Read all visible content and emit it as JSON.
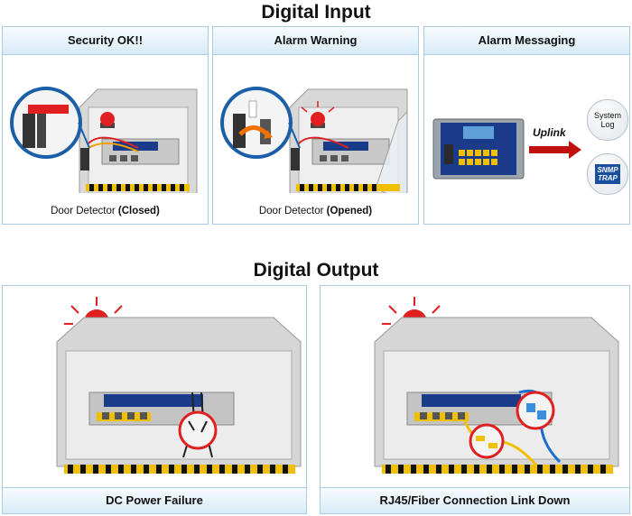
{
  "digital_input": {
    "heading": "Digital Input",
    "panels": [
      {
        "title": "Security OK!!",
        "caption_prefix": "Door Detector ",
        "caption_bold": "(Closed)"
      },
      {
        "title": "Alarm Warning",
        "caption_prefix": "Door Detector ",
        "caption_bold": "(Opened)"
      },
      {
        "title": "Alarm Messaging",
        "uplink_label": "Uplink",
        "system_log_label": "System Log",
        "snmp_label": "SNMP TRAP"
      }
    ]
  },
  "digital_output": {
    "heading": "Digital Output",
    "panels": [
      {
        "title": "DC Power Failure"
      },
      {
        "title": "RJ45/Fiber Connection Link Down"
      }
    ]
  },
  "colors": {
    "panel_border": "#a9cbe3",
    "title_bar": "#d9ebf7",
    "alarm_red": "#e02020",
    "hazard_yellow": "#f0c000",
    "switch_blue": "#1a3a8a"
  }
}
